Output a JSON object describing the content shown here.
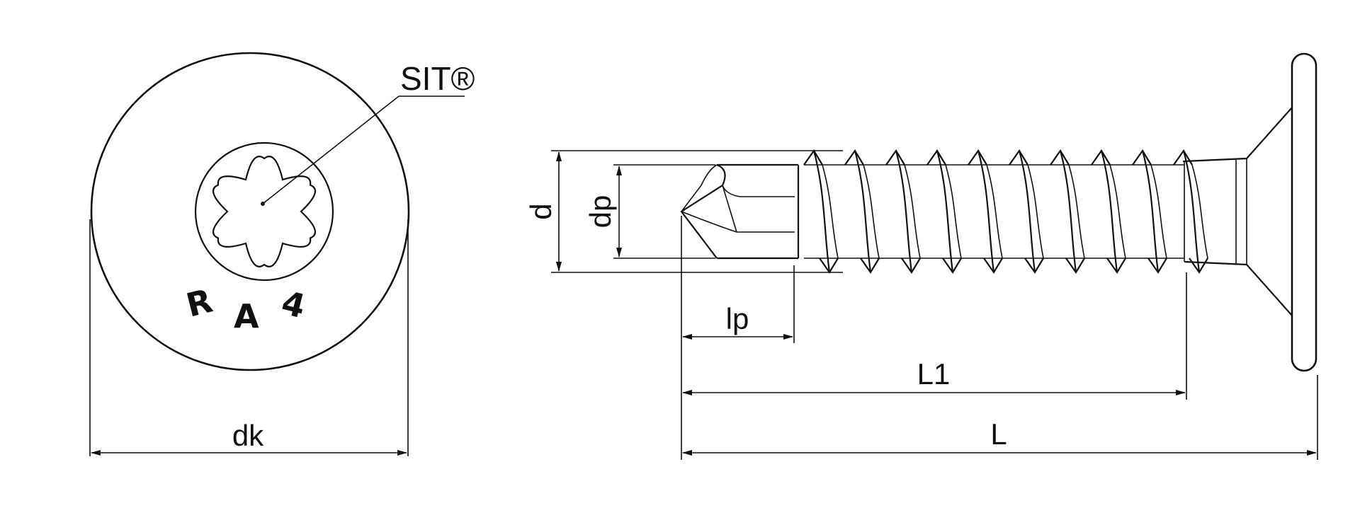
{
  "drive_label": "SIT®",
  "head_marking": [
    "R",
    "A",
    "4"
  ],
  "dimensions": {
    "head_diameter": "dk",
    "thread_diameter": "d",
    "point_diameter": "dp",
    "point_length": "lp",
    "thread_length": "L1",
    "total_length": "L"
  },
  "colors": {
    "line": "#111111",
    "background": "#ffffff"
  }
}
